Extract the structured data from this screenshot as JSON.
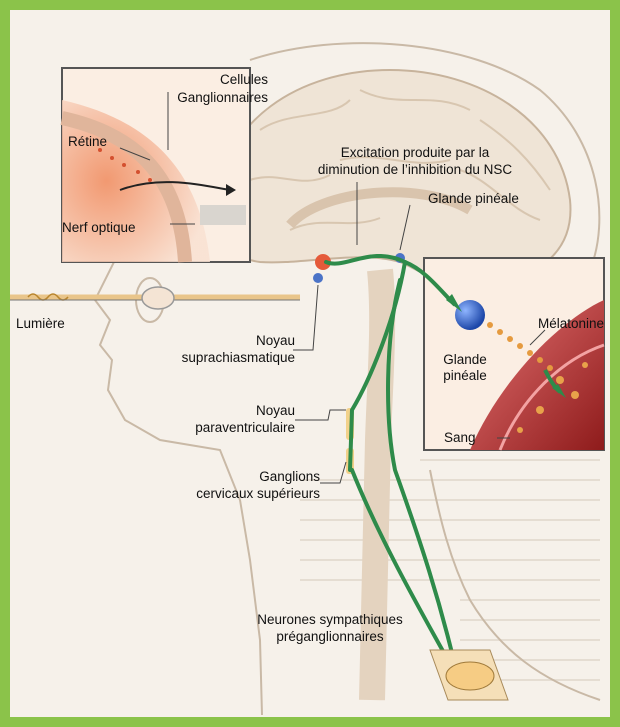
{
  "labels": {
    "cellules": "Cellules",
    "ganglionnaires": "Ganglionnaires",
    "retine": "Rétine",
    "nerf_optique": "Nerf optique",
    "excitation_line1": "Excitation produite par la",
    "excitation_line2": "diminution de l’inhibition du NSC",
    "glande_pineale_top": "Glande pinéale",
    "lumiere": "Lumière",
    "noyau1": "Noyau",
    "suprachiasmatique": "suprachiasmatique",
    "melatonine": "Mélatonine",
    "glande": "Glande",
    "pineale": "pinéale",
    "noyau2": "Noyau",
    "paraventriculaire": "paraventriculaire",
    "sang": "Sang",
    "ganglions": "Ganglions",
    "cervicaux": "cervicaux supérieurs",
    "neurones": "Neurones sympathiques",
    "preganglionnaires": "préganglionnaires"
  },
  "colors": {
    "frame": "#8bc34a",
    "pathway": "#2e8b4a",
    "gland": "#2f63c8",
    "blood": "#c62828",
    "skin": "#f2b08a"
  }
}
